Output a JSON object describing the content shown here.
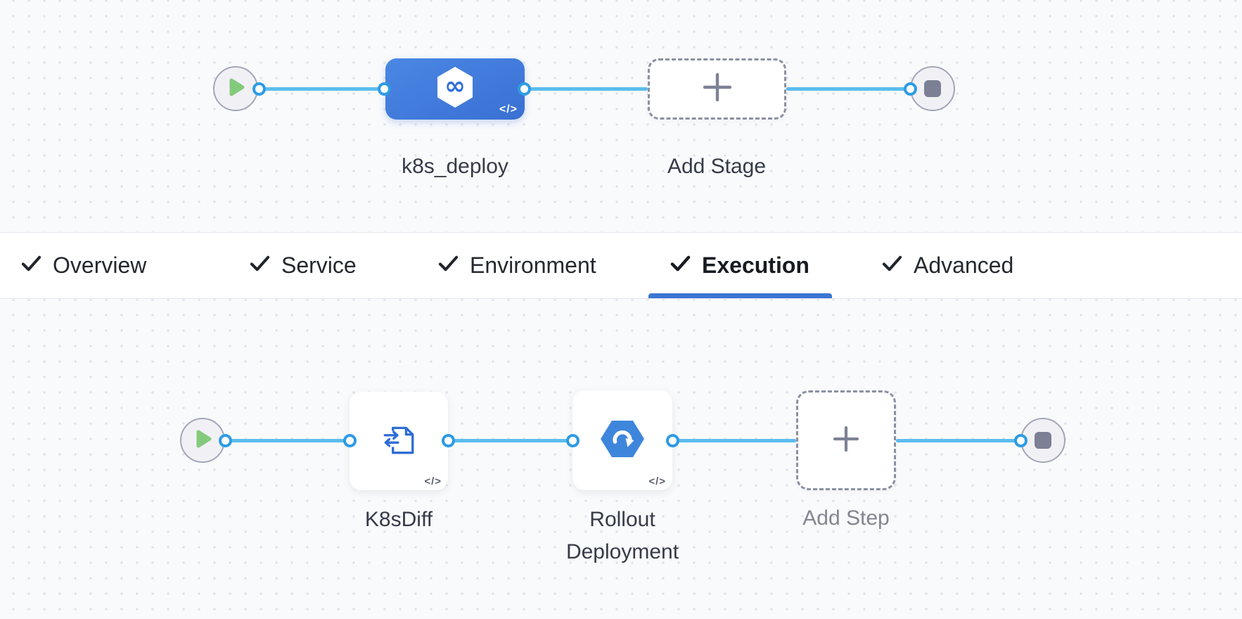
{
  "stage_graph": {
    "stage_name": "k8s_deploy",
    "add_stage_label": "Add Stage"
  },
  "tab_bar": {
    "tabs": [
      {
        "label": "Overview",
        "checked": true
      },
      {
        "label": "Service",
        "checked": true
      },
      {
        "label": "Environment",
        "checked": true
      },
      {
        "label": "Execution",
        "checked": true
      },
      {
        "label": "Advanced",
        "checked": true
      }
    ],
    "active_tab": "Execution"
  },
  "execution_graph": {
    "steps": [
      {
        "name": "K8sDiff",
        "icon": "k8s-diff-icon"
      },
      {
        "name": "Rollout Deployment",
        "icon": "rollout-deployment-icon"
      }
    ],
    "add_step_label": "Add Step"
  },
  "badges": {
    "code": "</>"
  },
  "colors": {
    "canvas_background": "#f9fafc",
    "connector_line": "#5cbcee",
    "port_ring": "#2e9be4",
    "stage_card_blue": "#3f7ada",
    "active_tab_underline": "#3b76d2",
    "play_green": "#84ca7c",
    "icon_blue": "#2e6cd6",
    "rollout_hexagon_blue": "#3e86dc"
  }
}
